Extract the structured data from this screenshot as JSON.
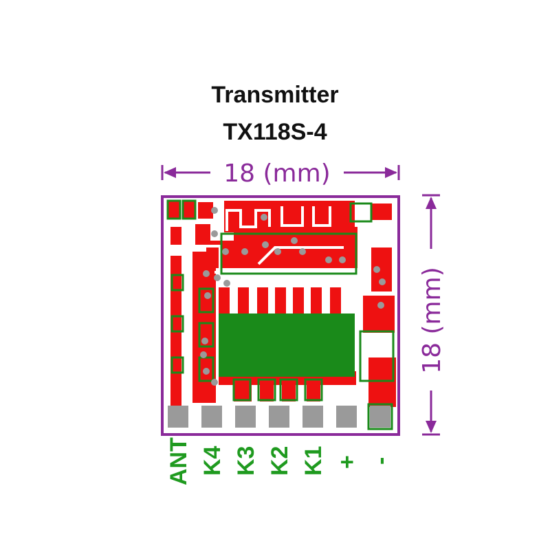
{
  "title": {
    "line1": "Transmitter",
    "line2": "TX118S-4"
  },
  "dimensions": {
    "width_label": "18 (mm)",
    "height_label": "18 (mm)"
  },
  "pins": [
    {
      "label": "ANT"
    },
    {
      "label": "K4"
    },
    {
      "label": "K3"
    },
    {
      "label": "K2"
    },
    {
      "label": "K1"
    },
    {
      "label": "+"
    },
    {
      "label": "-"
    }
  ],
  "colors": {
    "outline": "#8a2a9a",
    "copper_top": "#ee1111",
    "copper_bottom": "#1a8a1a",
    "pad": "#9a9a9a",
    "pin_label": "#1f9a1f"
  }
}
